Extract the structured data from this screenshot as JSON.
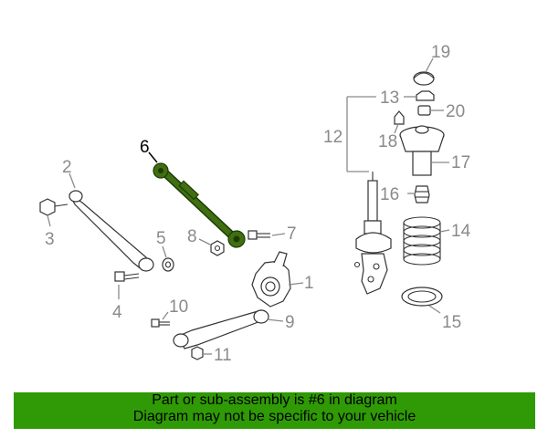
{
  "diagram": {
    "callouts": {
      "c1": "1",
      "c2": "2",
      "c3": "3",
      "c4": "4",
      "c5": "5",
      "c6": "6",
      "c7": "7",
      "c8": "8",
      "c9": "9",
      "c10": "10",
      "c11": "11",
      "c12": "12",
      "c13": "13",
      "c14": "14",
      "c15": "15",
      "c16": "16",
      "c17": "17",
      "c18": "18",
      "c19": "19",
      "c20": "20"
    },
    "highlighted_part": "6",
    "highlight_color": "#3f6f10"
  },
  "banner": {
    "line1": "Part or sub-assembly is #6 in diagram",
    "line2": "Diagram may not be specific to your vehicle",
    "background": "#2f9a05"
  }
}
